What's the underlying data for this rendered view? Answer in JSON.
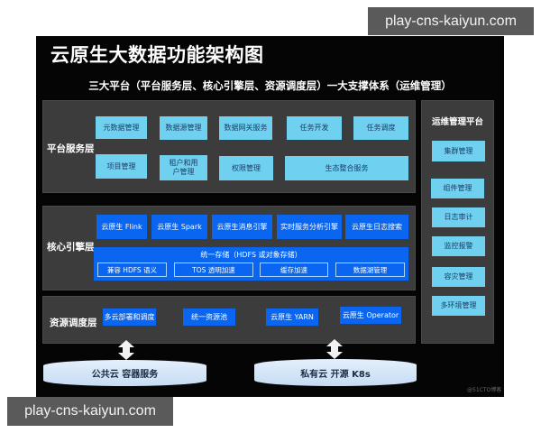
{
  "watermarks": {
    "top_right": "play-cns-kaiyun.com",
    "bottom_left": "play-cns-kaiyun.com"
  },
  "diagram": {
    "title": "云原生大数据功能架构图",
    "subtitle": "三大平台（平台服务层、核心引擎层、资源调度层）一大支撑体系（运维管理）",
    "platform_layer": {
      "label": "平台服务层",
      "row1": [
        "元数据管理",
        "数据源管理",
        "数据网关服务",
        "任务开发",
        "任务调度"
      ],
      "row2": [
        "项目管理",
        "租户和用户管理",
        "权限管理",
        "生态整合服务"
      ]
    },
    "core_layer": {
      "label": "核心引擎层",
      "engines": [
        "云原生 Flink",
        "云原生 Spark",
        "云原生消息引擎",
        "实时服务分析引擎",
        "云原生日志搜索"
      ],
      "storage": {
        "title": "统一存储（HDFS 或对象存储）",
        "items": [
          "兼容 HDFS 语义",
          "TOS 透明加速",
          "缓存加速",
          "数据湖管理"
        ]
      }
    },
    "resource_layer": {
      "label": "资源调度层",
      "items": [
        "多云部署和调度",
        "统一资源池",
        "云原生 YARN",
        "云原生 Operator"
      ]
    },
    "ops_platform": {
      "title": "运维管理平台",
      "items": [
        "集群管理",
        "组件管理",
        "日志审计",
        "监控报警",
        "容灾管理",
        "多环境管理"
      ]
    },
    "infrastructure": {
      "public_cloud": "公共云 容器服务",
      "private_cloud": "私有云 开源 K8s"
    },
    "footer_mark": "@51CTO博客"
  },
  "colors": {
    "background": "#050505",
    "layer_bg": "#3c3c3c",
    "light_box": "#6fd0ef",
    "blue_box": "#0a66f0",
    "cylinder": "#cfe3f7"
  }
}
